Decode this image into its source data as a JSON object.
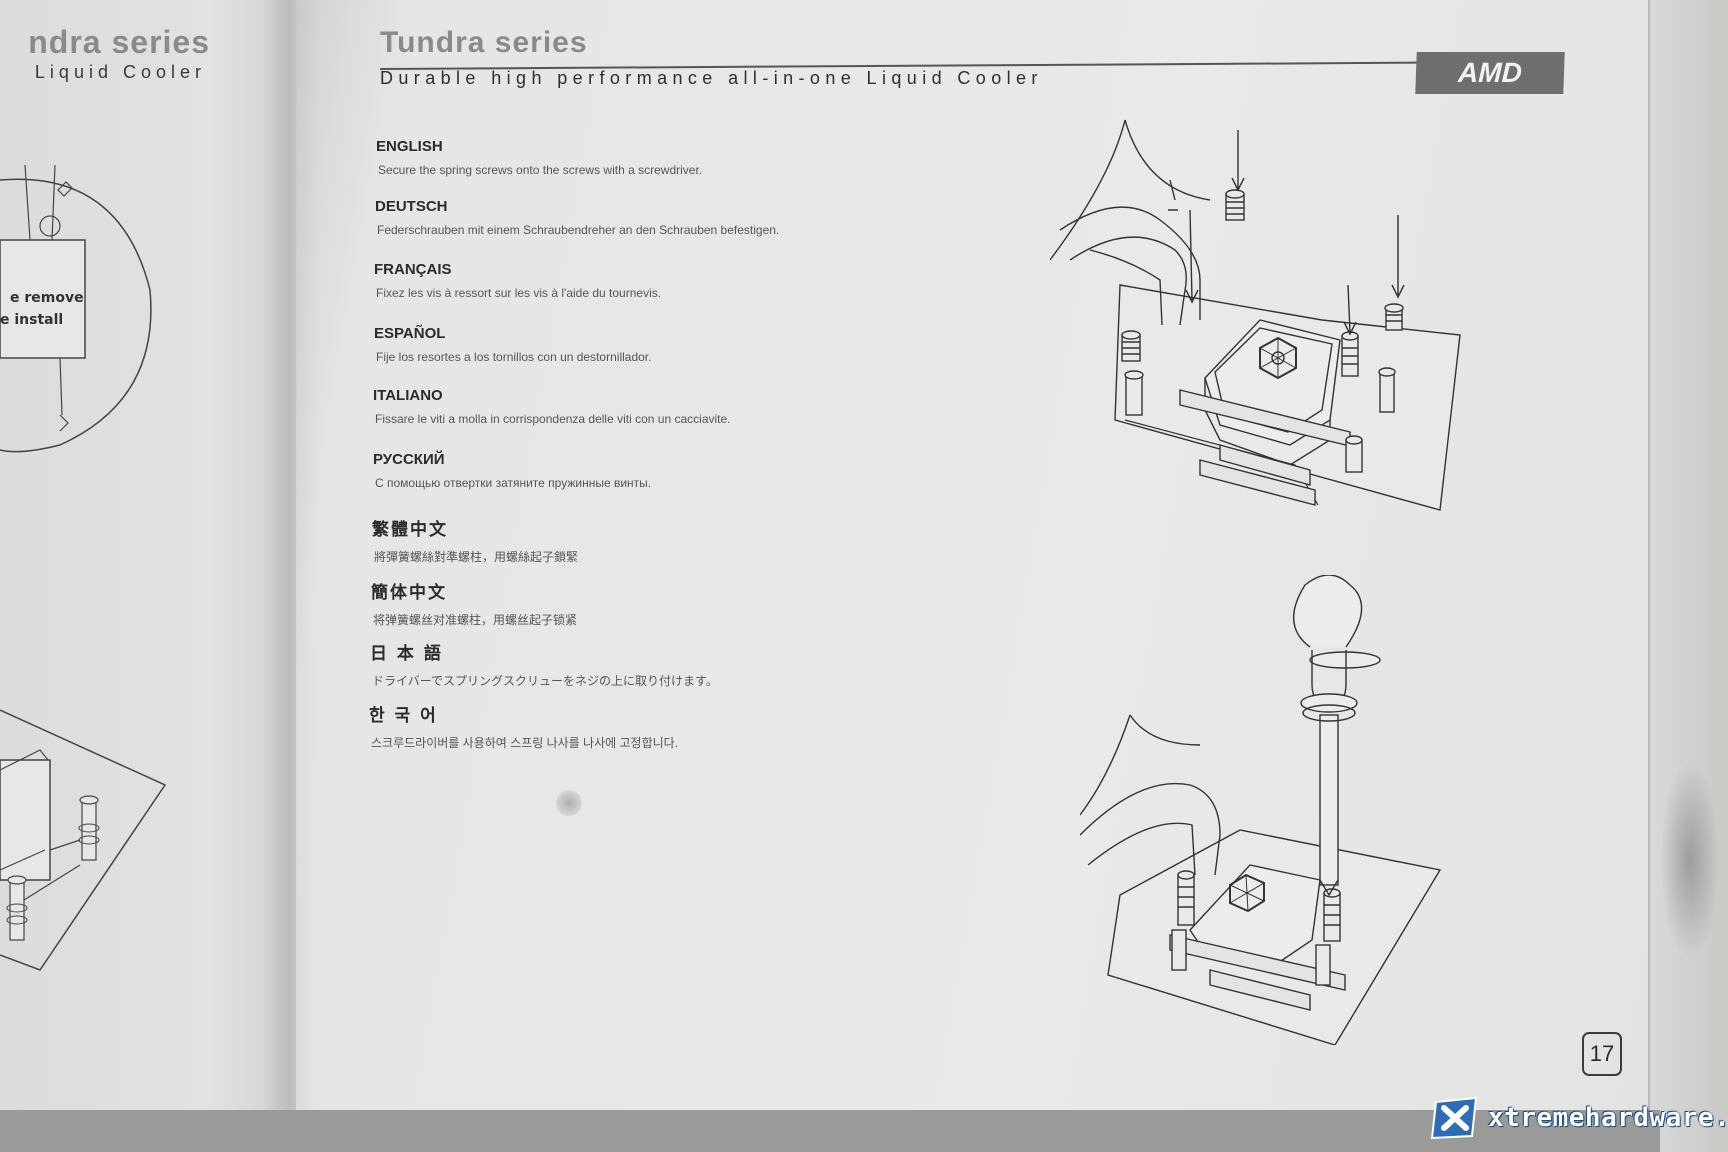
{
  "left_page": {
    "title": "ndra series",
    "subtitle": "Liquid Cooler",
    "zoom_label_1": "e remove",
    "zoom_label_2": "e install"
  },
  "header": {
    "title": "Tundra series",
    "subtitle": "Durable high performance all-in-one Liquid Cooler",
    "badge": "AMD"
  },
  "languages": [
    {
      "heading": "ENGLISH",
      "text": "Secure the spring screws onto the screws with a screwdriver."
    },
    {
      "heading": "DEUTSCH",
      "text": "Federschrauben mit einem Schraubendreher an den Schrauben befestigen."
    },
    {
      "heading": "FRANÇAIS",
      "text": "Fixez les vis à ressort sur les vis à l'aide du tournevis."
    },
    {
      "heading": "ESPAÑOL",
      "text": "Fije los resortes a los tornillos con un destornillador."
    },
    {
      "heading": "ITALIANO",
      "text": "Fissare le viti a molla in corrispondenza delle viti con un cacciavite."
    },
    {
      "heading": "РУССКИЙ",
      "text": "С помощью отвертки затяните пружинные винты."
    },
    {
      "heading": "繁體中文",
      "text": "將彈簧螺絲對準螺柱，用螺絲起子鎖緊"
    },
    {
      "heading": "簡体中文",
      "text": "将弹簧螺丝对准螺柱，用螺丝起子锁紧"
    },
    {
      "heading": "日 本 語",
      "text": "ドライバーでスプリングスクリューをネジの上に取り付けます。"
    },
    {
      "heading": "한 국 어",
      "text": "스크루드라이버를 사용하여 스프링 나사를 나사에 고정합니다."
    }
  ],
  "page_number": "17",
  "watermark": "xtremehardware.com",
  "colors": {
    "paper": "#e6e6e5",
    "badge_bg": "#6f6f6f",
    "watermark_blue": "#1b4f8a"
  }
}
